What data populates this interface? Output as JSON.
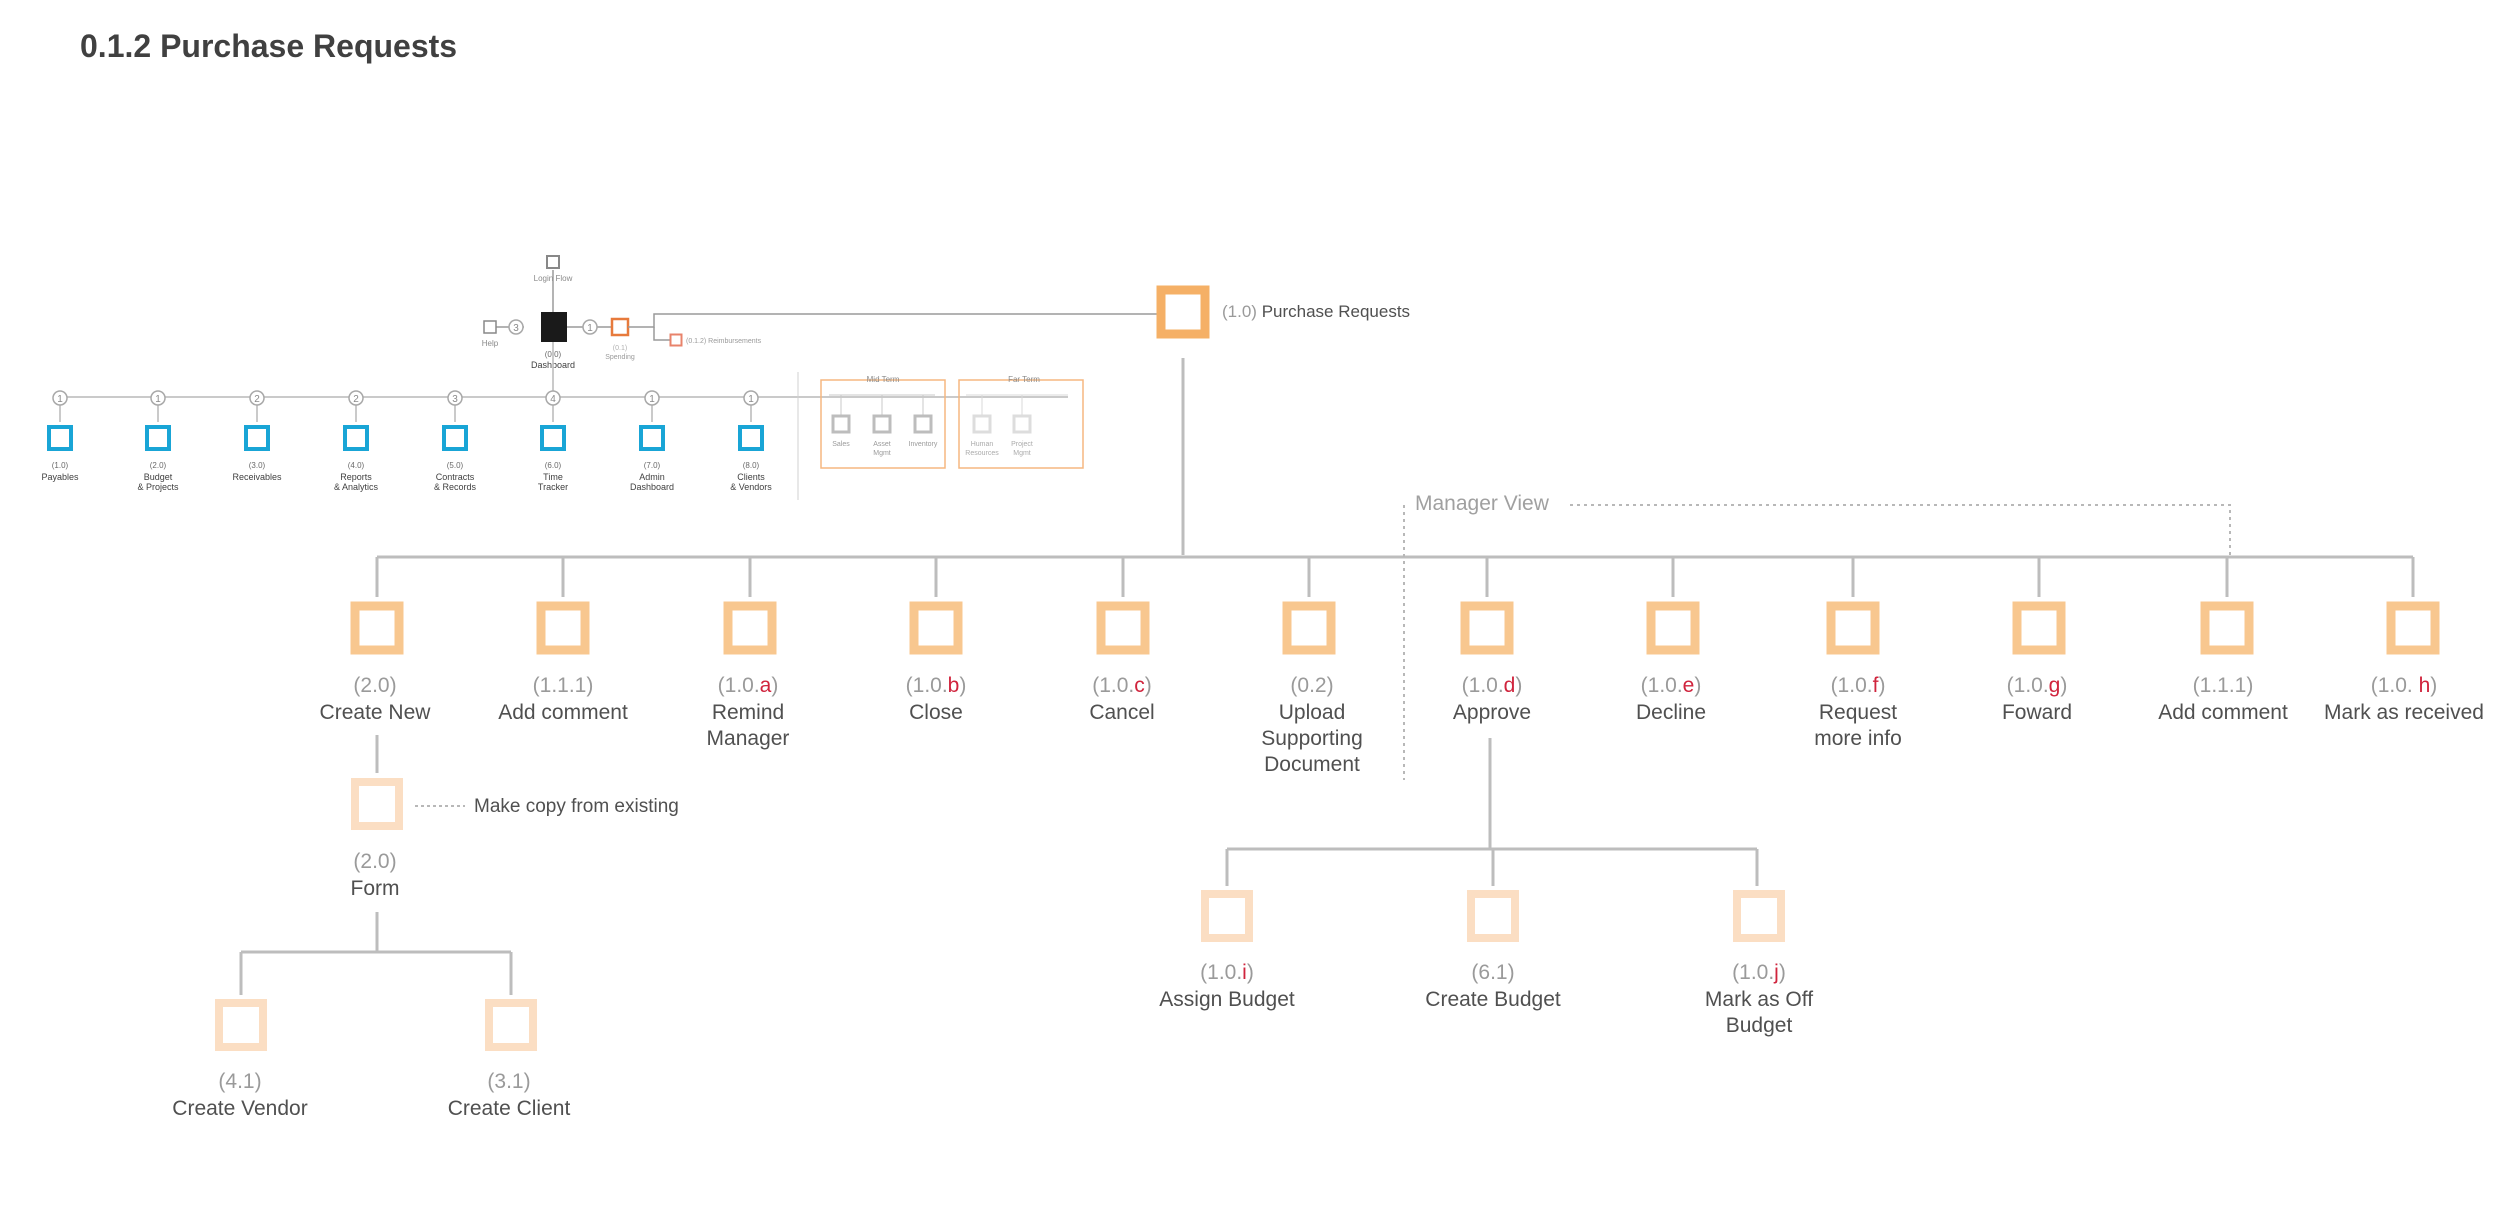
{
  "page_title": "0.1.2 Purchase Requests",
  "colors": {
    "orange_main": "#F5B066",
    "orange_mid": "#F8C78F",
    "orange_light": "#FBDEC3",
    "orange_stroke": "#E77A3C",
    "blue": "#19A5D6",
    "red": "#D0243D",
    "gray_line": "#BDBDBD",
    "gray_text": "#9A9A9A",
    "dark_text": "#404040"
  },
  "sitemap": {
    "login_flow": "Login Flow",
    "help": "Help",
    "help_badge": "3",
    "dashboard_num": "(0.0)",
    "dashboard": "Dashboard",
    "spending_badge": "1",
    "spending_num": "(0.1)",
    "spending": "Spending",
    "reimbursements": "(0.1.2) Reimbursements",
    "modules": [
      {
        "badge": "1",
        "num": "(1.0)",
        "l1": "Payables",
        "l2": ""
      },
      {
        "badge": "1",
        "num": "(2.0)",
        "l1": "Budget",
        "l2": "& Projects"
      },
      {
        "badge": "2",
        "num": "(3.0)",
        "l1": "Receivables",
        "l2": ""
      },
      {
        "badge": "2",
        "num": "(4.0)",
        "l1": "Reports",
        "l2": "& Analytics"
      },
      {
        "badge": "3",
        "num": "(5.0)",
        "l1": "Contracts",
        "l2": "& Records"
      },
      {
        "badge": "4",
        "num": "(6.0)",
        "l1": "Time",
        "l2": "Tracker"
      },
      {
        "badge": "1",
        "num": "(7.0)",
        "l1": "Admin",
        "l2": "Dashboard"
      },
      {
        "badge": "1",
        "num": "(8.0)",
        "l1": "Clients",
        "l2": "& Vendors"
      }
    ],
    "mid_term": {
      "title": "Mid Term",
      "items": [
        {
          "l1": "Sales",
          "l2": ""
        },
        {
          "l1": "Asset",
          "l2": "Mgmt"
        },
        {
          "l1": "Inventory",
          "l2": ""
        }
      ]
    },
    "far_term": {
      "title": "Far Term",
      "items": [
        {
          "l1": "Human",
          "l2": "Resources"
        },
        {
          "l1": "Project",
          "l2": "Mgmt"
        }
      ]
    }
  },
  "root": {
    "num": "(1.0)",
    "label": "Purchase Requests"
  },
  "manager_view_label": "Manager View",
  "copy_note": "Make copy from existing",
  "nodes": [
    {
      "id": "create-new",
      "num": "(2.0)",
      "letter": "",
      "lines": [
        "Create New"
      ]
    },
    {
      "id": "add-comment-1",
      "num": "(1.1.1)",
      "letter": "",
      "lines": [
        "Add comment"
      ]
    },
    {
      "id": "remind-manager",
      "num": "(1.0.",
      "letter": "a",
      "lines": [
        "Remind",
        "Manager"
      ]
    },
    {
      "id": "close",
      "num": "(1.0.",
      "letter": "b",
      "lines": [
        "Close"
      ]
    },
    {
      "id": "cancel",
      "num": "(1.0.",
      "letter": "c",
      "lines": [
        "Cancel"
      ]
    },
    {
      "id": "upload-document",
      "num": "(0.2)",
      "letter": "",
      "lines": [
        "Upload",
        "Supporting",
        "Document"
      ]
    },
    {
      "id": "approve",
      "num": "(1.0.",
      "letter": "d",
      "lines": [
        "Approve"
      ]
    },
    {
      "id": "decline",
      "num": "(1.0.",
      "letter": "e",
      "lines": [
        "Decline"
      ]
    },
    {
      "id": "request-info",
      "num": "(1.0.",
      "letter": "f",
      "lines": [
        "Request",
        "more info"
      ]
    },
    {
      "id": "foward",
      "num": "(1.0.",
      "letter": "g",
      "lines": [
        "Foward"
      ]
    },
    {
      "id": "add-comment-2",
      "num": "(1.1.1)",
      "letter": "",
      "lines": [
        "Add comment"
      ]
    },
    {
      "id": "mark-received",
      "num": "(1.0. ",
      "letter": "h",
      "lines": [
        "Mark as received"
      ]
    },
    {
      "id": "form",
      "num": "(2.0)",
      "letter": "",
      "lines": [
        "Form"
      ]
    },
    {
      "id": "create-vendor",
      "num": "(4.1)",
      "letter": "",
      "lines": [
        "Create Vendor"
      ]
    },
    {
      "id": "create-client",
      "num": "(3.1)",
      "letter": "",
      "lines": [
        "Create Client"
      ]
    },
    {
      "id": "assign-budget",
      "num": "(1.0.",
      "letter": "i",
      "lines": [
        "Assign Budget"
      ]
    },
    {
      "id": "create-budget",
      "num": "(6.1)",
      "letter": "",
      "lines": [
        "Create Budget"
      ]
    },
    {
      "id": "mark-off-budget",
      "num": "(1.0.",
      "letter": "j",
      "lines": [
        "Mark as Off",
        "Budget"
      ]
    }
  ]
}
